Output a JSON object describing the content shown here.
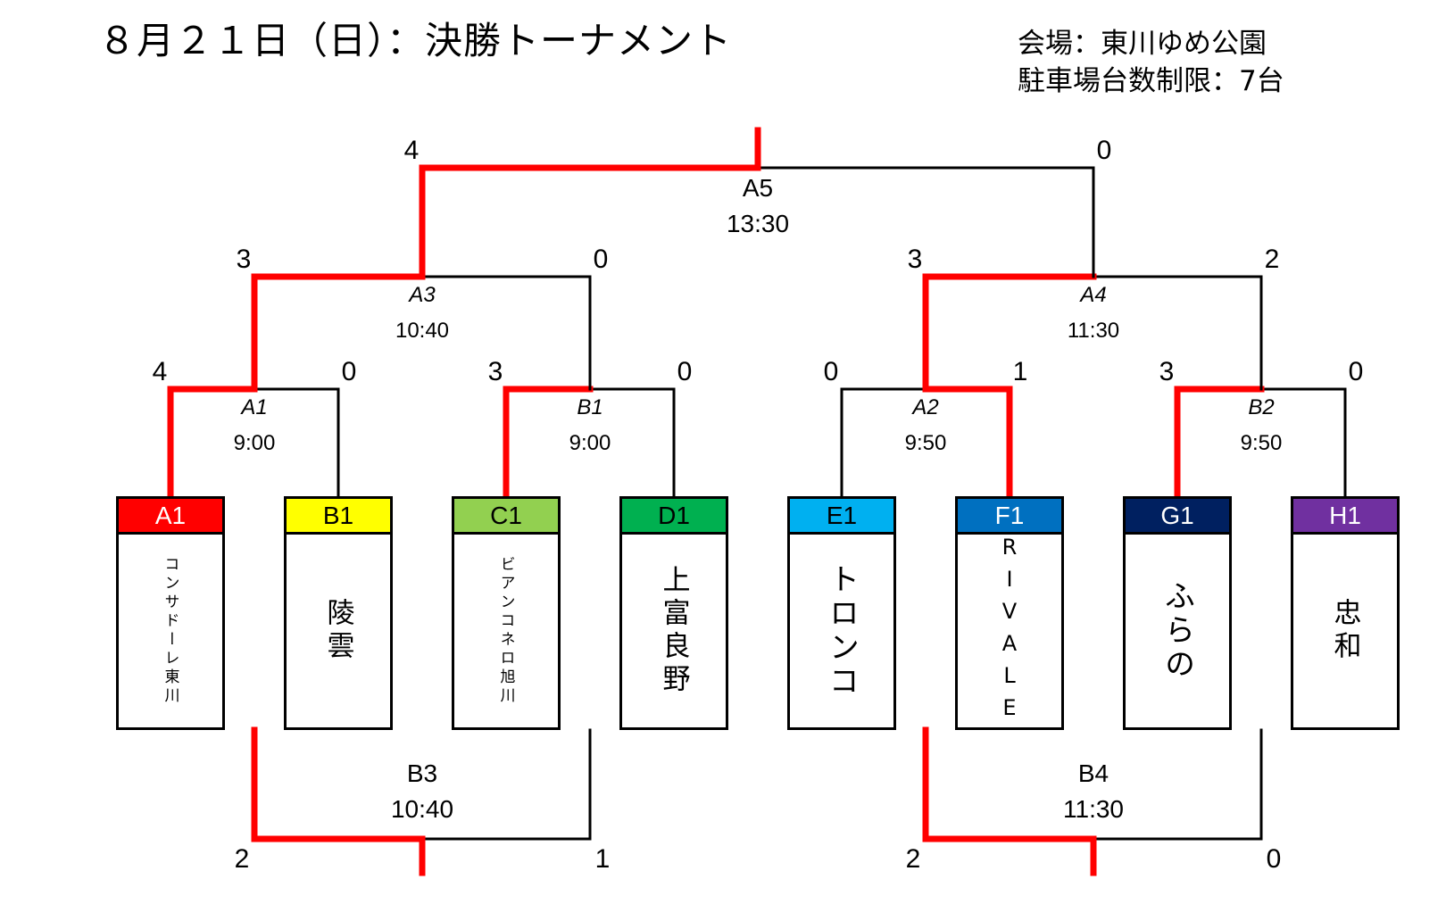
{
  "header": {
    "title": "８月２１日（日）：決勝トーナメント",
    "venue_line1": "会場：東川ゆめ公園",
    "venue_line2": "駐車場台数制限：7台"
  },
  "colors": {
    "win_line": "#ff0000",
    "line": "#000000"
  },
  "teams": [
    {
      "seed": "A1",
      "name": "コンサドーレ東川",
      "color": "#ff0000",
      "text_color": "#ffffff",
      "size": "s"
    },
    {
      "seed": "B1",
      "name": "陵雲",
      "color": "#ffff00",
      "text_color": "#000000",
      "size": "m"
    },
    {
      "seed": "C1",
      "name": "ビアンコネロ旭川",
      "color": "#92d050",
      "text_color": "#000000",
      "size": "s"
    },
    {
      "seed": "D1",
      "name": "上富良野",
      "color": "#00b050",
      "text_color": "#000000",
      "size": "m"
    },
    {
      "seed": "E1",
      "name": "トロンコ",
      "color": "#00b0f0",
      "text_color": "#000000",
      "size": "l"
    },
    {
      "seed": "F1",
      "name": "RIVALE",
      "color": "#0070c0",
      "text_color": "#ffffff",
      "size": "r"
    },
    {
      "seed": "G1",
      "name": "ふらの",
      "color": "#002060",
      "text_color": "#ffffff",
      "size": "l"
    },
    {
      "seed": "H1",
      "name": "忠和",
      "color": "#7030a0",
      "text_color": "#ffffff",
      "size": "m"
    }
  ],
  "matches": {
    "A1": {
      "label": "A1",
      "time": "9:00",
      "score_left": "4",
      "score_right": "0",
      "winner": "left"
    },
    "B1": {
      "label": "B1",
      "time": "9:00",
      "score_left": "3",
      "score_right": "0",
      "winner": "left"
    },
    "A2": {
      "label": "A2",
      "time": "9:50",
      "score_left": "0",
      "score_right": "1",
      "winner": "right"
    },
    "B2": {
      "label": "B2",
      "time": "9:50",
      "score_left": "3",
      "score_right": "0",
      "winner": "left"
    },
    "A3": {
      "label": "A3",
      "time": "10:40",
      "score_left": "3",
      "score_right": "0",
      "winner": "left"
    },
    "A4": {
      "label": "A4",
      "time": "11:30",
      "score_left": "3",
      "score_right": "2",
      "winner": "left"
    },
    "A5": {
      "label": "A5",
      "time": "13:30",
      "score_left": "4",
      "score_right": "0",
      "winner": "left"
    },
    "B3": {
      "label": "B3",
      "time": "10:40",
      "score_left": "2",
      "score_right": "1",
      "winner": "left"
    },
    "B4": {
      "label": "B4",
      "time": "11:30",
      "score_left": "2",
      "score_right": "0",
      "winner": "left"
    }
  }
}
